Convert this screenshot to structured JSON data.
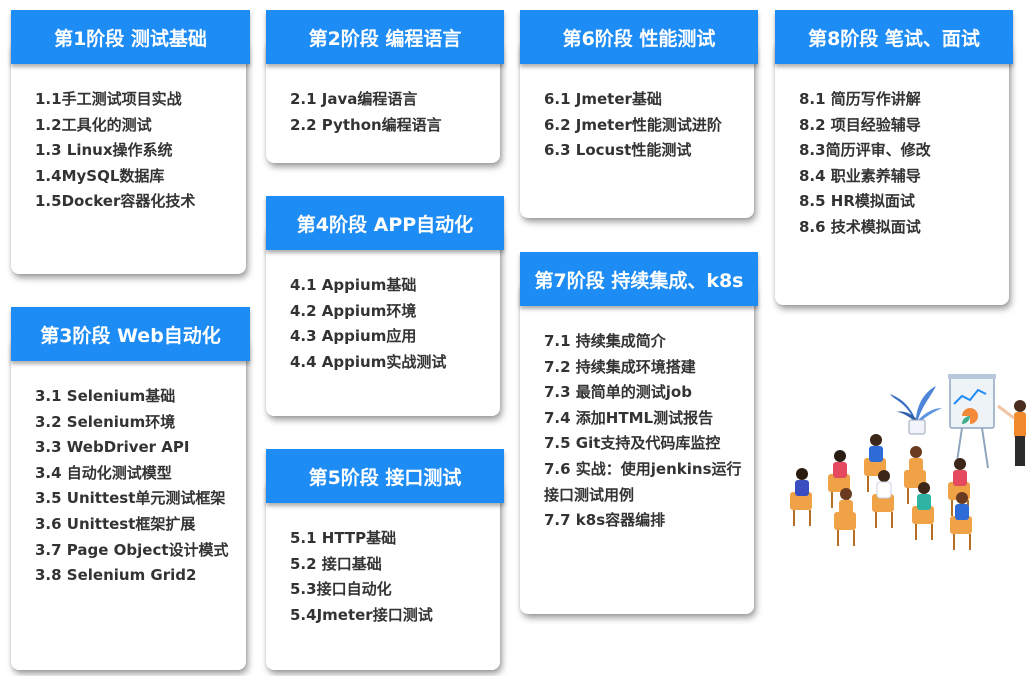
{
  "stages": [
    {
      "id": "stage1",
      "title": "第1阶段 测试基础",
      "items": [
        "1.1手工测试项目实战",
        "1.2工具化的测试",
        "1.3 Linux操作系统",
        "1.4MySQL数据库",
        "1.5Docker容器化技术"
      ]
    },
    {
      "id": "stage2",
      "title": "第2阶段 编程语言",
      "items": [
        "2.1 Java编程语言",
        "2.2 Python编程语言"
      ]
    },
    {
      "id": "stage3",
      "title": "第3阶段 Web自动化",
      "items": [
        "3.1 Selenium基础",
        "3.2 Selenium环境",
        "3.3 WebDriver API",
        "3.4 自动化测试模型",
        "3.5 Unittest单元测试框架",
        "3.6 Unittest框架扩展",
        "3.7 Page Object设计模式",
        "3.8 Selenium Grid2"
      ]
    },
    {
      "id": "stage4",
      "title": "第4阶段 APP自动化",
      "items": [
        "4.1 Appium基础",
        "4.2 Appium环境",
        "4.3 Appium应用",
        "4.4 Appium实战测试"
      ]
    },
    {
      "id": "stage5",
      "title": "第5阶段 接口测试",
      "items": [
        "5.1 HTTP基础",
        "5.2 接口基础",
        "5.3接口自动化",
        "5.4Jmeter接口测试"
      ]
    },
    {
      "id": "stage6",
      "title": "第6阶段 性能测试",
      "items": [
        "6.1 Jmeter基础",
        "6.2 Jmeter性能测试进阶",
        "6.3 Locust性能测试"
      ]
    },
    {
      "id": "stage7",
      "title": "第7阶段 持续集成、k8s",
      "items": [
        "7.1 持续集成简介",
        "7.2 持续集成环境搭建",
        "7.3 最简单的测试job",
        "7.4 添加HTML测试报告",
        "7.5 Git支持及代码库监控",
        "7.6 实战：使用jenkins运行接口测试用例",
        "7.7 k8s容器编排"
      ]
    },
    {
      "id": "stage8",
      "title": "第8阶段 笔试、面试",
      "items": [
        "8.1 简历写作讲解",
        "8.2 项目经验辅导",
        "8.3简历评审、修改",
        "8.4 职业素养辅导",
        "8.5 HR模拟面试",
        "8.6 技术模拟面试"
      ]
    }
  ],
  "colors": {
    "header_blue": "#1e8cf5",
    "item_text": "#333333"
  },
  "illustration": {
    "icon": "classroom-presentation-icon"
  }
}
